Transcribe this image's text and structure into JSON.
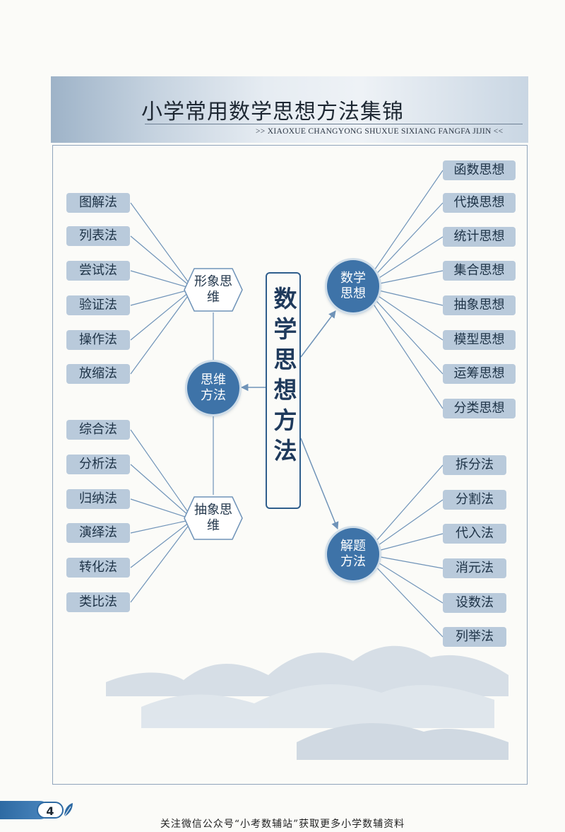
{
  "banner": {
    "title": "小学常用数学思想方法集锦",
    "subtitle": ">> XIAOXUE CHANGYONG SHUXUE SIXIANG FANGFA JIJIN <<"
  },
  "center": {
    "label": "数学思想方法"
  },
  "hubs": {
    "math_thought": "数学思想",
    "thinking_method": "思维方法",
    "problem_solving": "解题方法",
    "imaginal_thinking": "形象思维",
    "abstract_thinking": "抽象思维"
  },
  "imaginal_methods": [
    "图解法",
    "列表法",
    "尝试法",
    "验证法",
    "操作法",
    "放缩法"
  ],
  "abstract_methods": [
    "综合法",
    "分析法",
    "归纳法",
    "演绎法",
    "转化法",
    "类比法"
  ],
  "math_thoughts": [
    "函数思想",
    "代换思想",
    "统计思想",
    "集合思想",
    "抽象思想",
    "模型思想",
    "运筹思想",
    "分类思想"
  ],
  "solving_methods": [
    "拆分法",
    "分割法",
    "代入法",
    "消元法",
    "设数法",
    "列举法"
  ],
  "page": {
    "number": "4"
  },
  "footer": {
    "text": "关注微信公众号“小考数辅站”获取更多小学数辅资料"
  },
  "colors": {
    "accent": "#3e73a8",
    "box": "#b9cadb",
    "line": "#6f93b8"
  }
}
